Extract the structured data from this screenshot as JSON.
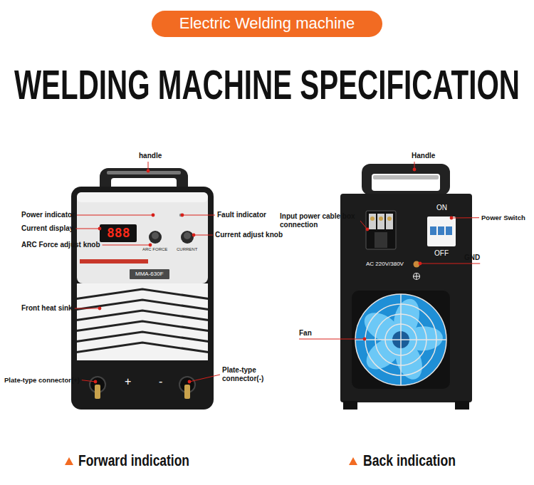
{
  "diagram": {
    "title": "WELDING MACHINE SPECIFICATION",
    "nodes": [
      {
        "text": [
          "Electric Welding machine"
        ]
      }
    ],
    "labels": [
      "handle",
      "Handle",
      "Power indicator",
      "Fault indicator",
      "Input power cable box connection",
      "Power Switch",
      "Current display",
      "888",
      "Current adjust knob",
      "ARC Force adjust knob",
      "ARC FORCE",
      "CURRENT",
      "MMA-630F",
      "ON",
      "OFF",
      "AC 220V/380V",
      "GND",
      "Front heat sink",
      "Fan",
      "Plate-type connector(+)",
      "+",
      "-",
      "Plate-type connector(-)",
      "Forward indication",
      "Back indication"
    ]
  }
}
